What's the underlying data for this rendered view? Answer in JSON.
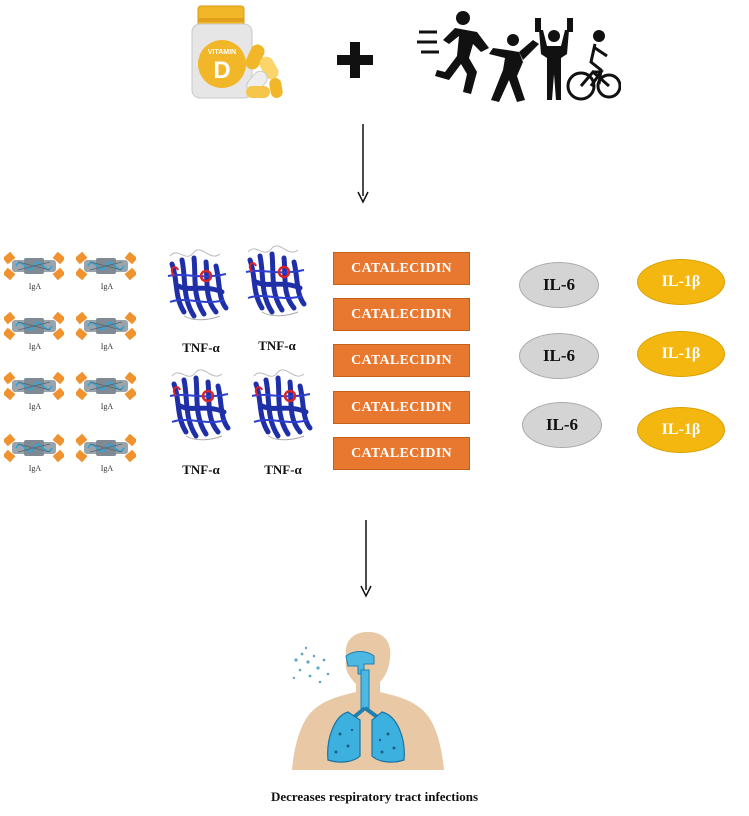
{
  "vitamin": {
    "label_top": "VITAMIN",
    "label_letter": "D"
  },
  "plus_sign": "+",
  "iga": {
    "label": "IgA",
    "count": 8
  },
  "tnf": {
    "labels": [
      "TNF-α",
      "TNF-α",
      "TNF-α",
      "TNF-α"
    ]
  },
  "catalecidin": {
    "labels": [
      "CATALECIDIN",
      "CATALECIDIN",
      "CATALECIDIN",
      "CATALECIDIN",
      "CATALECIDIN"
    ]
  },
  "il6": {
    "labels": [
      "IL-6",
      "IL-6",
      "IL-6"
    ]
  },
  "il1b": {
    "labels": [
      "IL-1β",
      "IL-1β",
      "IL-1β"
    ]
  },
  "caption": "Decreases respiratory tract infections",
  "colors": {
    "catalecidin": "#e8782f",
    "il6": "#d4d4d4",
    "il1b": "#f4b70f",
    "tnf_protein": "#1f2fa8",
    "vitamin_bottle": "#f2b629"
  }
}
